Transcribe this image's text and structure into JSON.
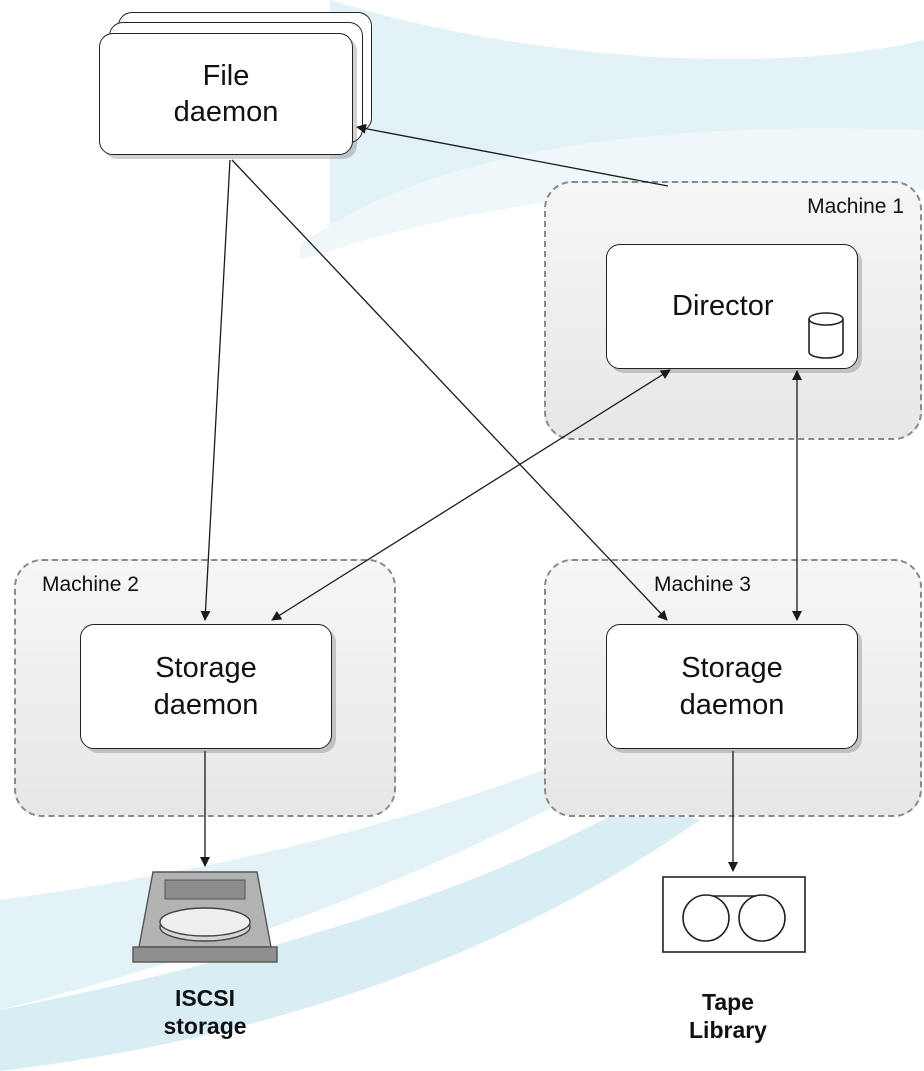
{
  "nodes": {
    "file_daemon": {
      "line1": "File",
      "line2": "daemon"
    },
    "director": {
      "label": "Director"
    },
    "storage_m2": {
      "line1": "Storage",
      "line2": "daemon"
    },
    "storage_m3": {
      "line1": "Storage",
      "line2": "daemon"
    }
  },
  "machines": {
    "m1": {
      "label": "Machine 1"
    },
    "m2": {
      "label": "Machine 2"
    },
    "m3": {
      "label": "Machine 3"
    }
  },
  "devices": {
    "iscsi": {
      "line1": "ISCSI",
      "line2": "storage",
      "icon": "hard-disk-icon"
    },
    "tape": {
      "line1": "Tape",
      "line2": "Library",
      "icon": "tape-library-icon"
    }
  },
  "icons": {
    "director_db": "database-icon"
  },
  "colors": {
    "background_swoosh": "#d9eef4",
    "machine_fill": "#ececec",
    "machine_border": "#8a8a8a",
    "node_border": "#222222",
    "arrow": "#1a1a1a"
  }
}
